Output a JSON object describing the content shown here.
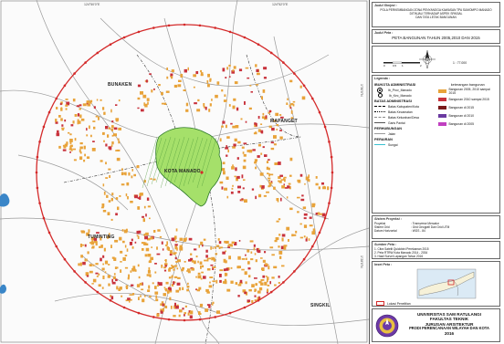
{
  "map": {
    "coords_top": [
      "124°50'0\"E",
      "124°52'0\"E"
    ],
    "coords_side": [
      "1°30'0\"N",
      "1°28'0\"N"
    ],
    "places": {
      "bunaken": "BUNAKEN",
      "mapanget": "MAPANGET",
      "kota_manado": "KOTA MANADO",
      "tuminting": "TUMINTING",
      "singkil": "SINGKIL"
    }
  },
  "panel": {
    "judul_skripsi_label": "Judul Skripsi :",
    "judul_skripsi_lines": [
      "POLA PERKEMBANGAN ZONA PENYANGGA KAWASAN TPA SUMOMPO MANADO",
      "DITINJAU TERHADAP ASPEK SPASIAL",
      "DAN TATA LETAK BANGUNAN"
    ],
    "judul_peta_label": "Judul Peta :",
    "judul_peta": "PETA BANGUNAN TAHUN 2005,2010 DAN 2015",
    "scale_text": "1 : 77.000",
    "scale_ticks": [
      "0",
      "0,5",
      "1",
      "2"
    ],
    "legenda_label": "Legenda :",
    "ibukota_title": "IBUKOTA ADMINISTRASI",
    "ibukota_items": [
      "Ib_Prov_Manado",
      "Ib_Kec_Manado"
    ],
    "batas_title": "BATAS ADMINISTRASI",
    "batas_items": [
      "Batas Kabupaten/Kota",
      "Batas Kecamatan",
      "Batas Kelurahan/Desa",
      "Garis Pantai"
    ],
    "perhubungan_title": "PERHUBUNGAN",
    "perhubungan_items": [
      "Jalan"
    ],
    "perairan_title": "PERAIRAN",
    "perairan_items": [
      "Sungai"
    ],
    "bangunan_title": "keterangan bangunan",
    "bangunan_items": [
      {
        "label": "Bangunan 2005, 2010 sampai 2015",
        "color": "#e8a33a"
      },
      {
        "label": "Bangunan 2010 sampai 2015",
        "color": "#c8323c"
      },
      {
        "label": "Bangunan di 2015",
        "color": "#7a1a1a"
      },
      {
        "label": "Bangunan di 2010",
        "color": "#6a3aa0"
      },
      {
        "label": "Bangunan di 2005",
        "color": "#c040c0"
      }
    ],
    "proj_label": "Sistem Proyeksi :",
    "proj_rows": [
      [
        "Proyeksi",
        ": Transverse Mercator"
      ],
      [
        "Sistem Grid",
        ": Grid Geografi Dan Grid UTM"
      ],
      [
        "Datum Horizontal",
        ": WGS - 84"
      ]
    ],
    "sumber_label": "Sumber Peta :",
    "sumber_items": [
      "1. Citra Satelit Quickbird Perekaman 2015",
      "2. Peta RTRW Kota Manado 2014 - 2034",
      "3. Hasil Survei Lapangan Tahun 2016"
    ],
    "inset_label": "Inset Peta :",
    "inset_legend": "Lokasi Penelitian",
    "footer_lines": [
      "UNIVERSITAS SAM RATULANGI",
      "FAKULTAS TEKNIK",
      "JURUSAN ARSITEKTUR",
      "PRODI PERENCANAAN WILAYAH DAN KOTA",
      "2016"
    ]
  },
  "colors": {
    "ring": "#d42a2a",
    "old_buildings": "#e8a33a",
    "new_buildings": "#c8323c",
    "center_polygon": "#a5e06a",
    "sea": "#3a86c8"
  }
}
